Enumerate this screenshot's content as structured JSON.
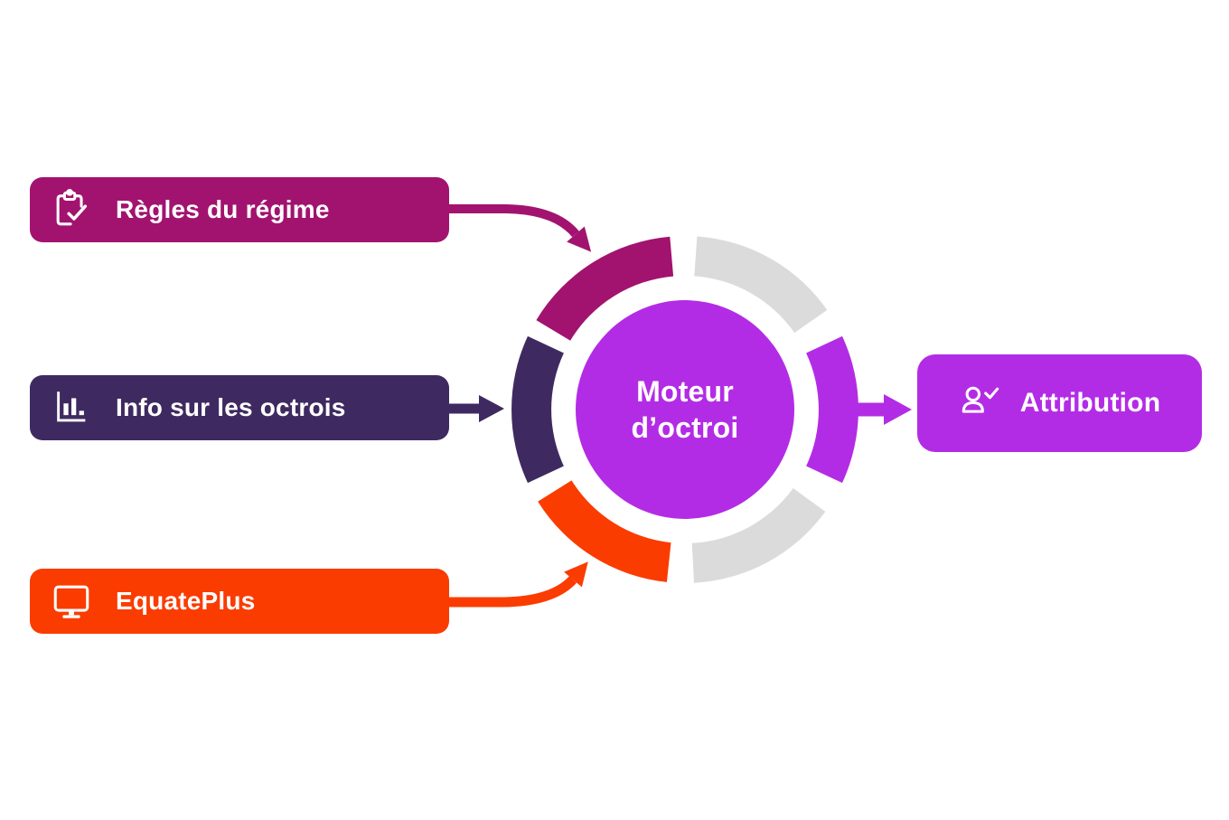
{
  "background_color": "#FFFFFF",
  "diagram": {
    "text_color": "#FFFFFF",
    "inputs": [
      {
        "label": "Règles du régime",
        "icon": "clipboard-check-icon",
        "color": "#A2136F"
      },
      {
        "label": "Info sur les octrois",
        "icon": "bar-chart-icon",
        "color": "#3E2A60"
      },
      {
        "label": "EquatePlus",
        "icon": "monitor-icon",
        "color": "#FA3C00"
      }
    ],
    "engine": {
      "label_line1": "Moteur",
      "label_line2": "d’octroi",
      "color": "#B32CE5"
    },
    "ring_segments": [
      {
        "name": "top-left",
        "color": "#A2136F"
      },
      {
        "name": "top-right",
        "color": "#DBDBDB"
      },
      {
        "name": "right",
        "color": "#B32CE5"
      },
      {
        "name": "bottom-right",
        "color": "#DBDBDB"
      },
      {
        "name": "bottom-left",
        "color": "#FA3C00"
      },
      {
        "name": "left",
        "color": "#3E2A60"
      }
    ],
    "arrows": [
      {
        "name": "regles-to-engine",
        "color": "#A2136F"
      },
      {
        "name": "octrois-to-engine",
        "color": "#3E2A60"
      },
      {
        "name": "equateplus-to-engine",
        "color": "#FA3C00"
      },
      {
        "name": "engine-to-attribution",
        "color": "#B32CE5"
      }
    ],
    "output": {
      "label": "Attribution",
      "icon": "user-check-icon",
      "color": "#B32CE5"
    }
  }
}
